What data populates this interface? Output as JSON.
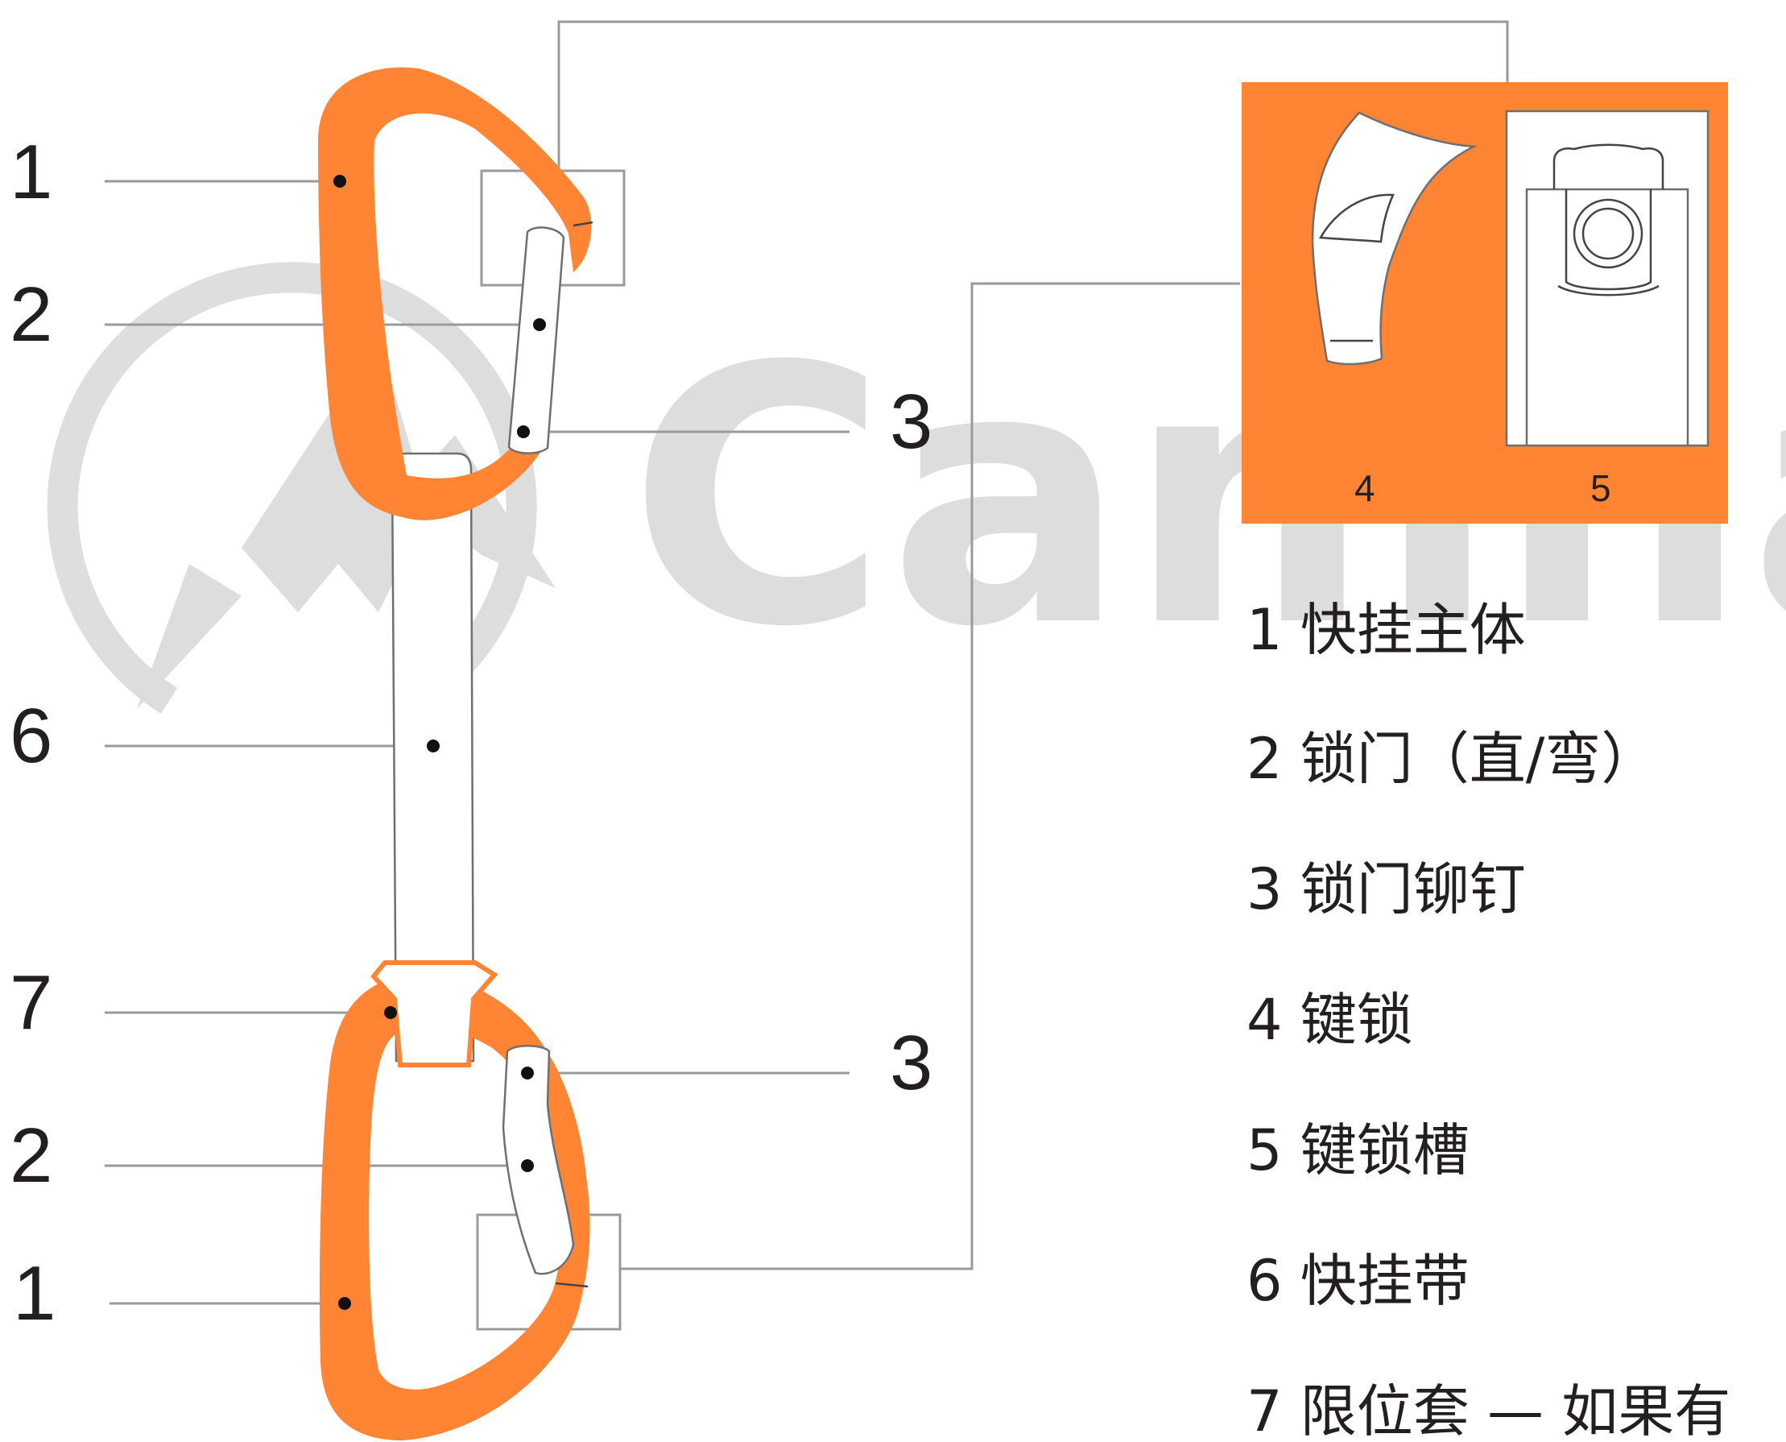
{
  "watermark": {
    "text": "Camna"
  },
  "callouts": [
    {
      "id": "body-top",
      "label": "1"
    },
    {
      "id": "gate-top",
      "label": "2"
    },
    {
      "id": "rivet-top",
      "label": "3"
    },
    {
      "id": "sling",
      "label": "6"
    },
    {
      "id": "keeper",
      "label": "7"
    },
    {
      "id": "rivet-bottom",
      "label": "3"
    },
    {
      "id": "gate-bottom",
      "label": "2"
    },
    {
      "id": "body-bottom",
      "label": "1"
    }
  ],
  "inset": {
    "labels": [
      "4",
      "5"
    ]
  },
  "legend": [
    "1 快挂主体",
    "2 锁门（直/弯）",
    "3 锁门铆钉",
    "4 键锁",
    "5 键锁槽",
    "6 快挂带",
    "7 限位套 — 如果有"
  ],
  "colors": {
    "accent": "#ff8534",
    "watermark": "#dcdcdc",
    "text": "#231f20"
  }
}
